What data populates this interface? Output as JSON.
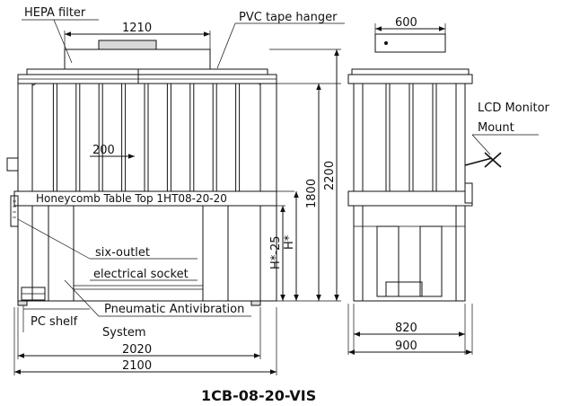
{
  "caption": "1CB-08-20-VIS",
  "callouts": {
    "hepa_filter": "HEPA filter",
    "pvc_tape_hanger": "PVC tape hanger",
    "lcd_monitor_line1": "LCD Monitor",
    "lcd_monitor_line2": "Mount",
    "table_top": "Honeycomb Table Top 1HT08-20-20",
    "socket_line1": "six-outlet",
    "socket_line2": "electrical socket",
    "pc_shelf": "PC shelf",
    "antivibration_line1": "Pneumatic Antivibration",
    "antivibration_line2": "System"
  },
  "dimensions": {
    "hood_width": "1210",
    "panel_spacing": "200",
    "bottom_inner": "2020",
    "bottom_outer": "2100",
    "total_height": "2200",
    "upper_height": "1800",
    "table_height": "H*",
    "support_height": "H*-25",
    "side_top": "600",
    "side_inner": "820",
    "side_outer": "900"
  }
}
